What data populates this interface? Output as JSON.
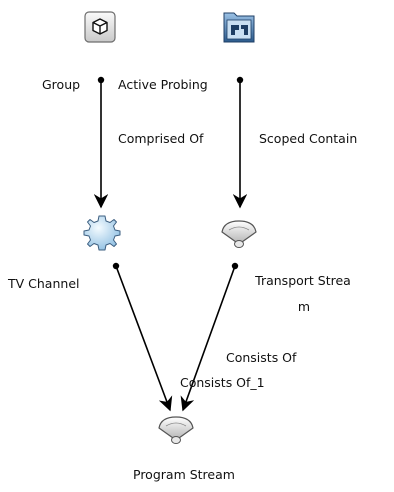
{
  "nodes": {
    "group": {
      "label": "Group",
      "icon": "cube-icon"
    },
    "active_probing": {
      "label": "Active Probing",
      "icon": "folder-network-icon"
    },
    "tv_channel": {
      "label": "TV Channel",
      "icon": "gear-icon"
    },
    "transport_stream": {
      "label_line1": "Transport Strea",
      "label_line2": "m",
      "icon": "fan-icon"
    },
    "program_stream": {
      "label": "Program Stream",
      "icon": "fan-icon"
    }
  },
  "edges": {
    "group_to_tv": {
      "label": "Comprised Of"
    },
    "probing_to_transport": {
      "label": "Scoped Contain"
    },
    "transport_to_program": {
      "label": "Consists Of"
    },
    "tv_to_program": {
      "label": "Consists Of_1"
    }
  },
  "colors": {
    "edge": "#000000",
    "gear_fill": "#cfe6f7",
    "fan_fill": "#e6e6e6",
    "folder_fill": "#2f5f8f"
  }
}
